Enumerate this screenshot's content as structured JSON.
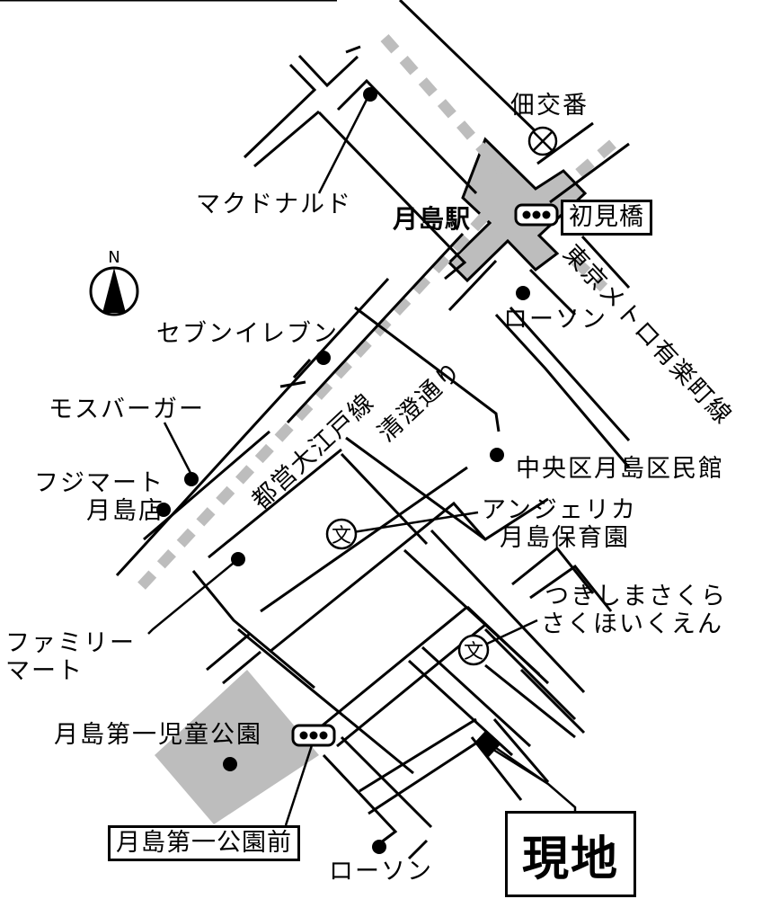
{
  "map": {
    "compass": {
      "label": "N"
    },
    "site": {
      "label": "現地"
    },
    "station": {
      "label": "月島駅"
    },
    "police_box": {
      "label": "佃交番"
    },
    "lines": {
      "oedo": "都営大江戸線",
      "yurakucho": "東京メトロ有楽町線",
      "kiyosumi_street": "清澄通り"
    },
    "bus_stops": [
      {
        "label": "初見橋"
      },
      {
        "label": "月島第一公園前"
      }
    ],
    "pois": [
      {
        "label": "マクドナルド"
      },
      {
        "label": "セブンイレブン"
      },
      {
        "label": "モスバーガー"
      },
      {
        "label": "フジマート",
        "label2": "月島店"
      },
      {
        "label": "ファミリー",
        "label2": "マート"
      },
      {
        "label": "月島第一児童公園"
      },
      {
        "label": "ローソン"
      },
      {
        "label": "中央区月島区民館"
      },
      {
        "label": "アンジェリカ",
        "label2": "月島保育園"
      },
      {
        "label": "つきしまさくら",
        "label2": "さくほいくえん"
      },
      {
        "label": "ローソン"
      }
    ],
    "colors": {
      "road": "#000000",
      "rail": "#bdbdbd",
      "station_fill": "#bdbdbd",
      "park_fill": "#bdbdbd",
      "background": "#ffffff"
    }
  }
}
